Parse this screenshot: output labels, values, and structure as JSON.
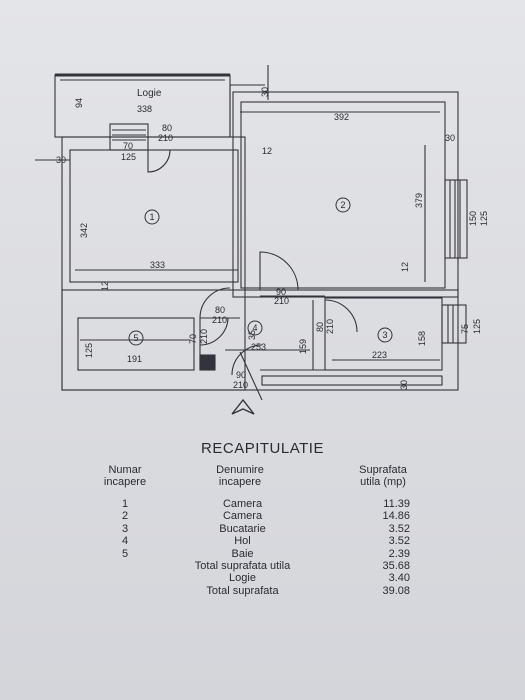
{
  "plan": {
    "logie_label": "Logie",
    "dims": {
      "d94": "94",
      "d338": "338",
      "d30_top": "30",
      "d392": "392",
      "d30_right": "30",
      "d80_top": "80",
      "d210_top": "210",
      "d70": "70",
      "d125_top": "125",
      "d30_left": "30",
      "d12_top": "12",
      "d342": "342",
      "d379": "379",
      "d150": "150",
      "d125_win": "125",
      "d333": "333",
      "d12_mid": "12",
      "d12_r2": "12",
      "d90_mid": "90",
      "d210_mid": "210",
      "d80_hall": "80",
      "d210_hall": "210",
      "d35": "35",
      "d70_bath": "70",
      "d210_bath": "210",
      "d80_kit": "80",
      "d210_kit": "210",
      "d75": "75",
      "d125_kwin": "125",
      "d125_bath": "125",
      "d191": "191",
      "d253": "253",
      "d159": "159",
      "d158": "158",
      "d223": "223",
      "d90_entry": "90",
      "d210_entry": "210",
      "d30_bottom": "30"
    },
    "rooms": {
      "r1": "1",
      "r2": "2",
      "r3": "3",
      "r4": "4",
      "r5": "5"
    }
  },
  "recap": {
    "title": "RECAPITULATIE",
    "headers": {
      "num_line1": "Numar",
      "num_line2": "incapere",
      "name_line1": "Denumire",
      "name_line2": "incapere",
      "area_line1": "Suprafata",
      "area_line2": "utila (mp)"
    },
    "rows": [
      {
        "num": "1",
        "name": "Camera",
        "area": "11.39"
      },
      {
        "num": "2",
        "name": "Camera",
        "area": "14.86"
      },
      {
        "num": "3",
        "name": "Bucatarie",
        "area": "3.52"
      },
      {
        "num": "4",
        "name": "Hol",
        "area": "3.52"
      },
      {
        "num": "5",
        "name": "Baie",
        "area": "2.39"
      }
    ],
    "totals": [
      {
        "name": "Total suprafata utila",
        "area": "35.68"
      },
      {
        "name": "Logie",
        "area": "3.40"
      },
      {
        "name": "Total suprafata",
        "area": "39.08"
      }
    ]
  }
}
